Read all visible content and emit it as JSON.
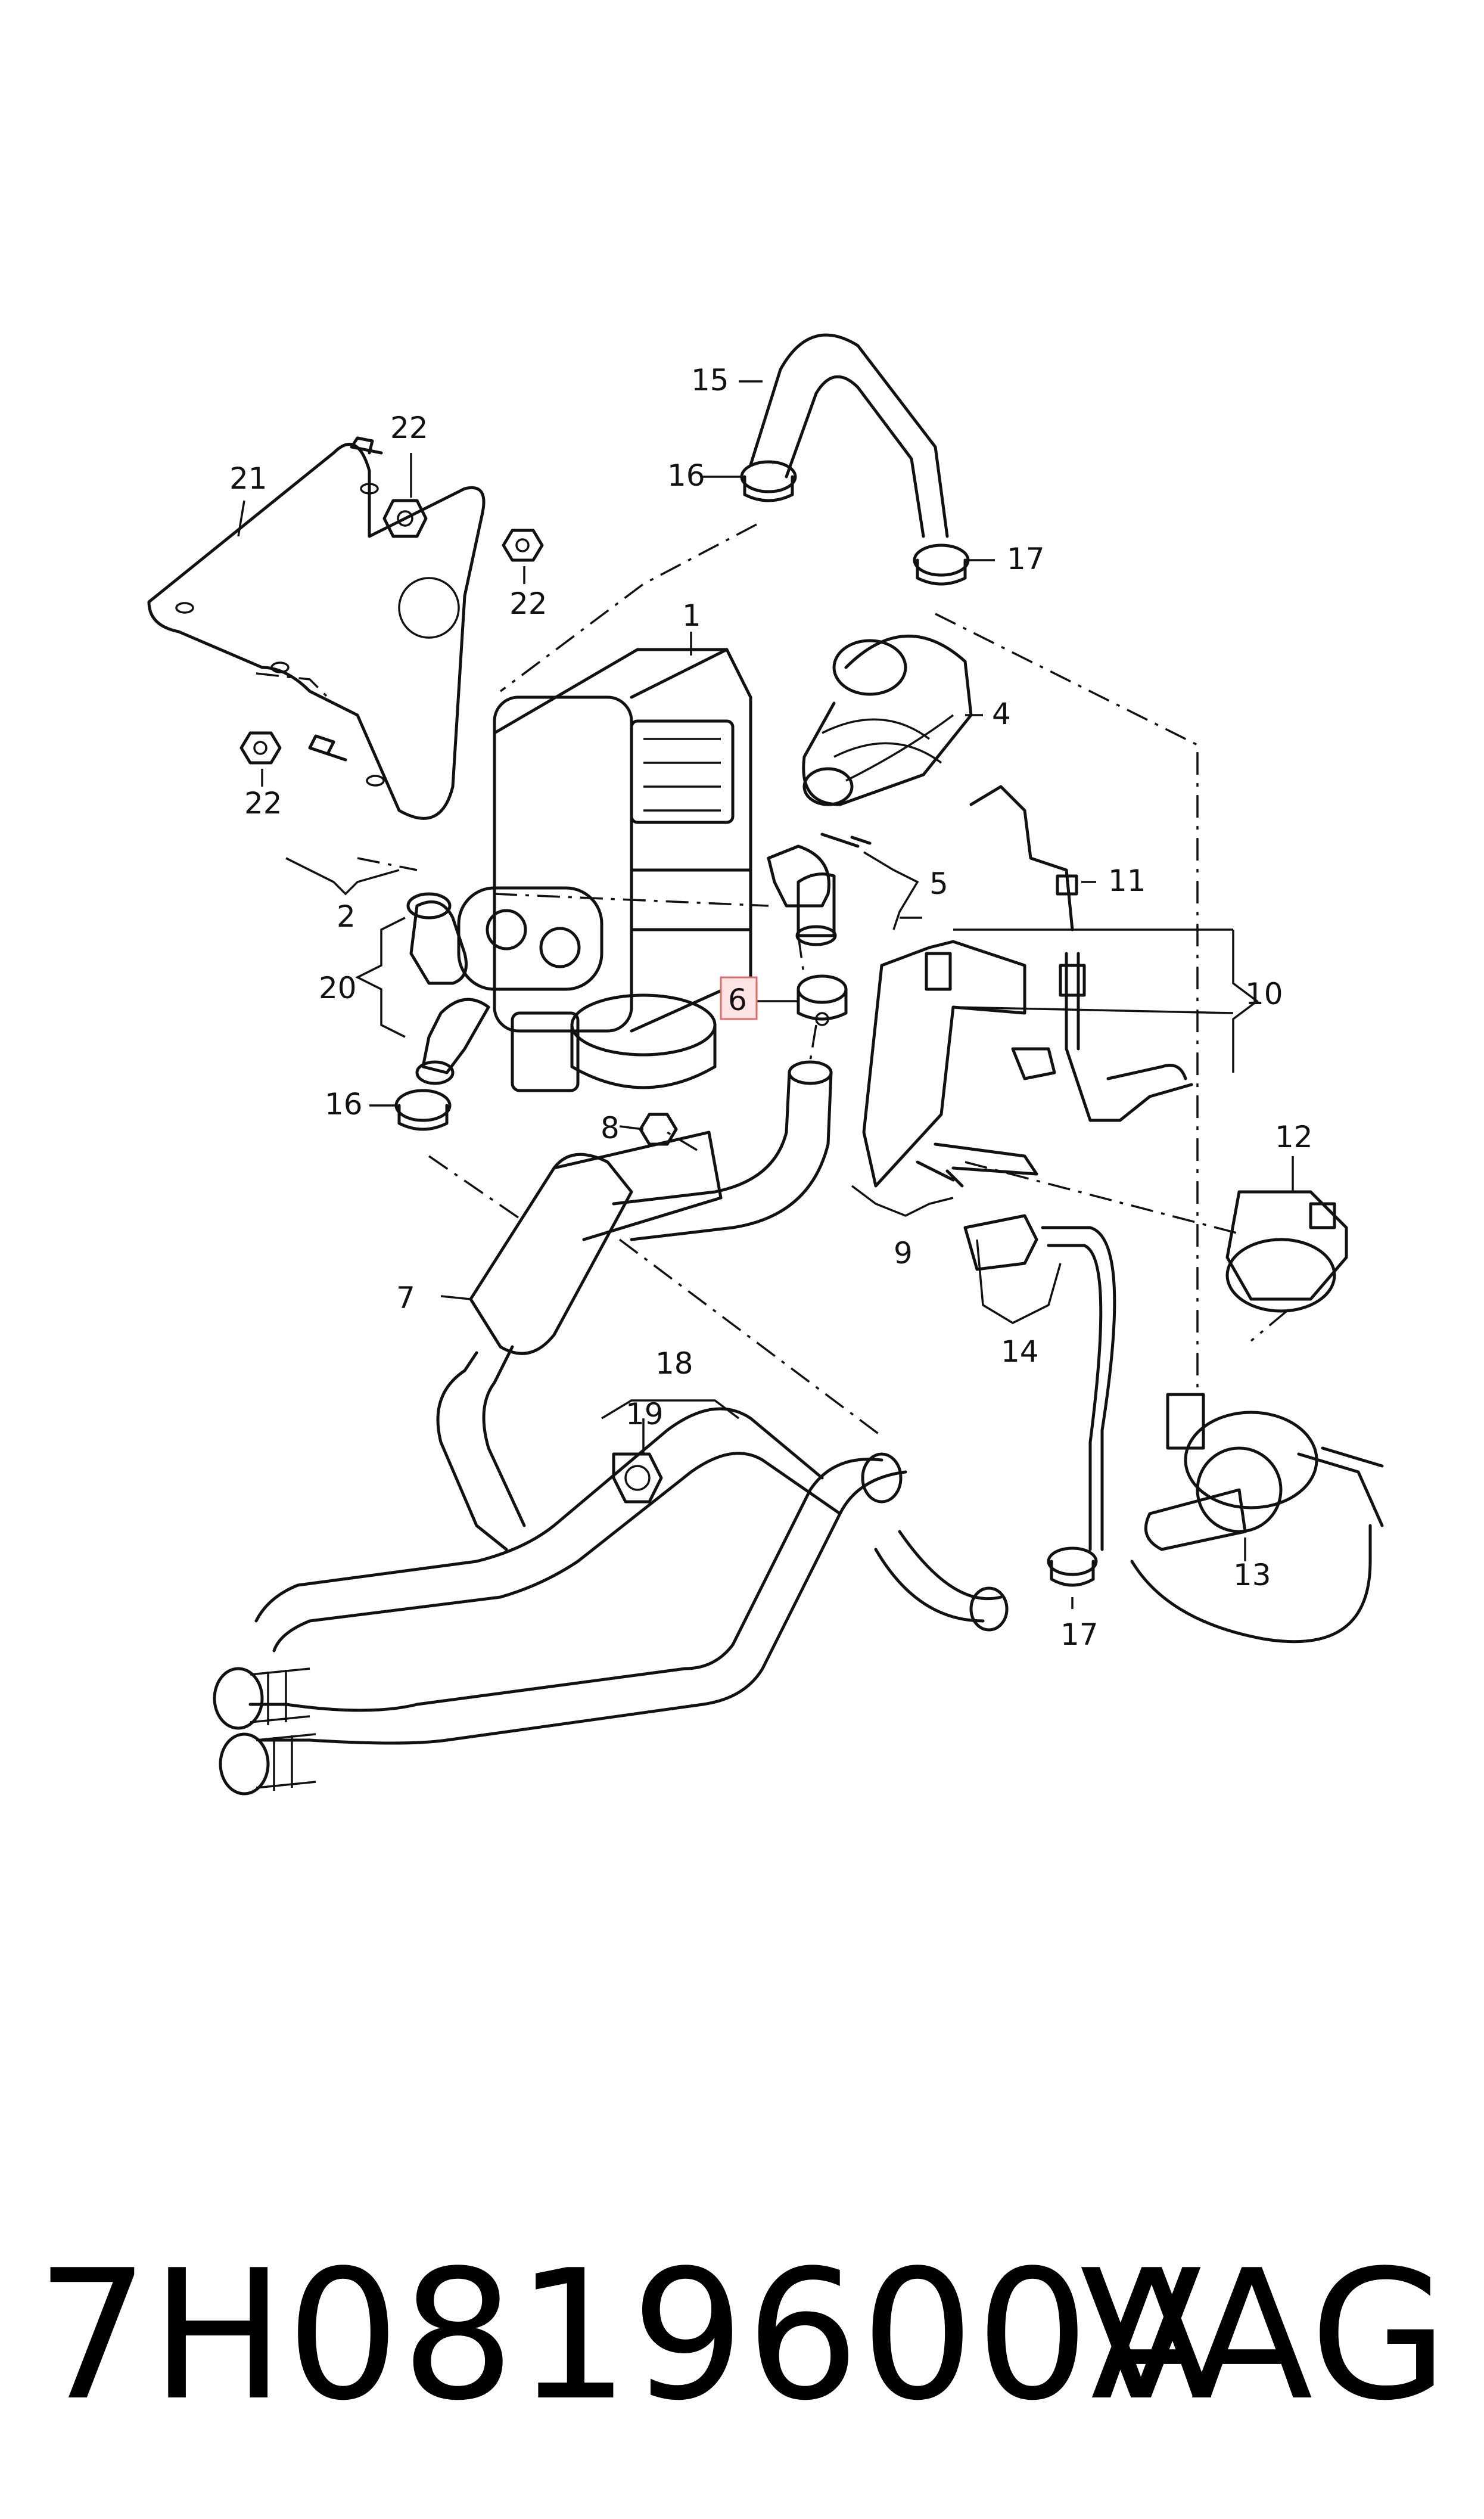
{
  "diagram": {
    "labels": [
      {
        "id": "1",
        "text": "1"
      },
      {
        "id": "2",
        "text": "2"
      },
      {
        "id": "4",
        "text": "4"
      },
      {
        "id": "5",
        "text": "5"
      },
      {
        "id": "6",
        "text": "6"
      },
      {
        "id": "7",
        "text": "7"
      },
      {
        "id": "8",
        "text": "8"
      },
      {
        "id": "9",
        "text": "9"
      },
      {
        "id": "10",
        "text": "10"
      },
      {
        "id": "11",
        "text": "11"
      },
      {
        "id": "12",
        "text": "12"
      },
      {
        "id": "13",
        "text": "13"
      },
      {
        "id": "14",
        "text": "14"
      },
      {
        "id": "15",
        "text": "15"
      },
      {
        "id": "16a",
        "text": "16"
      },
      {
        "id": "16b",
        "text": "16"
      },
      {
        "id": "17a",
        "text": "17"
      },
      {
        "id": "17b",
        "text": "17"
      },
      {
        "id": "18",
        "text": "18"
      },
      {
        "id": "19",
        "text": "19"
      },
      {
        "id": "20",
        "text": "20"
      },
      {
        "id": "21",
        "text": "21"
      },
      {
        "id": "22a",
        "text": "22"
      },
      {
        "id": "22b",
        "text": "22"
      },
      {
        "id": "22c",
        "text": "22"
      }
    ],
    "highlighted_label": "6",
    "highlight_color": "#e06b6b"
  },
  "footer": {
    "part_number": "7H0819600A",
    "brand": "VAG"
  }
}
